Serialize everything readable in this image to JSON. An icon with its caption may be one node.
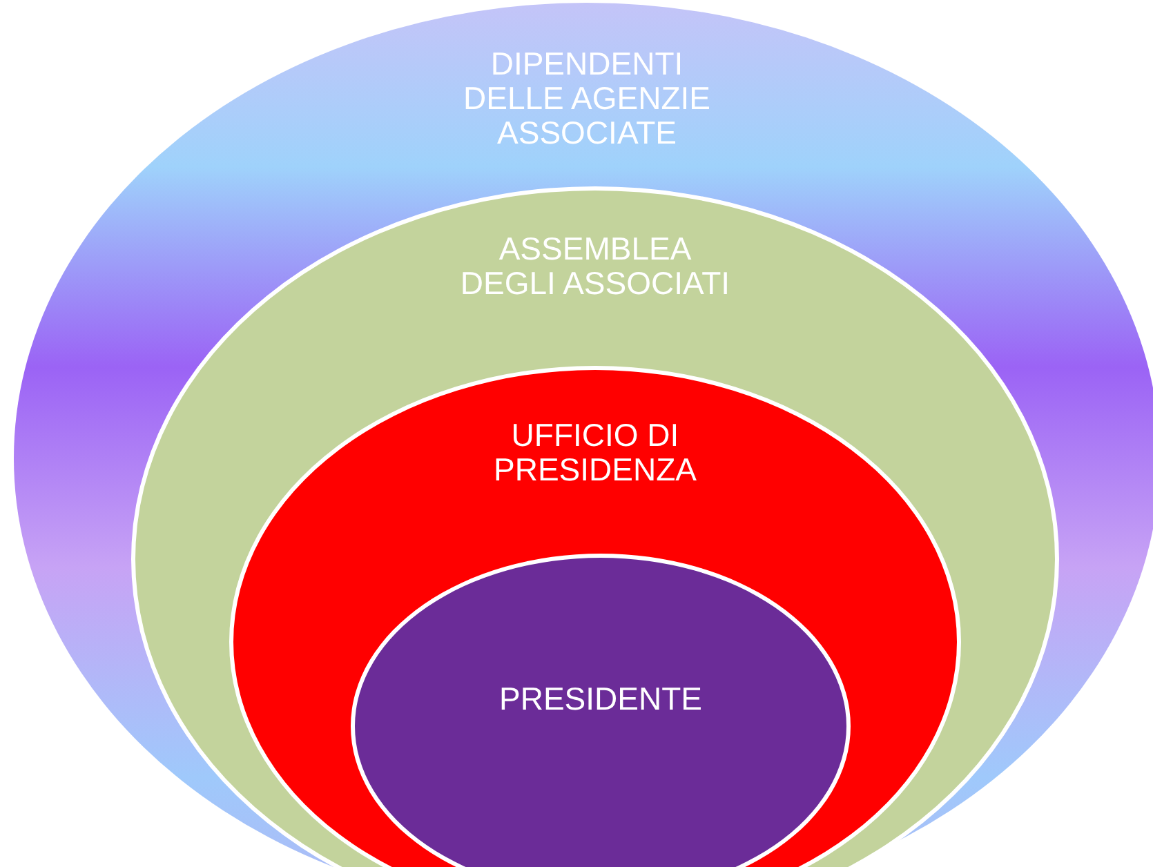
{
  "diagram": {
    "nodes": [
      {
        "text": [
          "DIPENDENTI DELLE AGENZIE ASSOCIATE"
        ]
      },
      {
        "text": [
          "ASSEMBLEA DEGLI ASSOCIATI"
        ],
        "in": 0
      },
      {
        "text": [
          "UFFICIO DI PRESIDENZA"
        ],
        "in": 1
      },
      {
        "text": [
          "PRESIDENTE"
        ],
        "in": 2
      }
    ]
  }
}
